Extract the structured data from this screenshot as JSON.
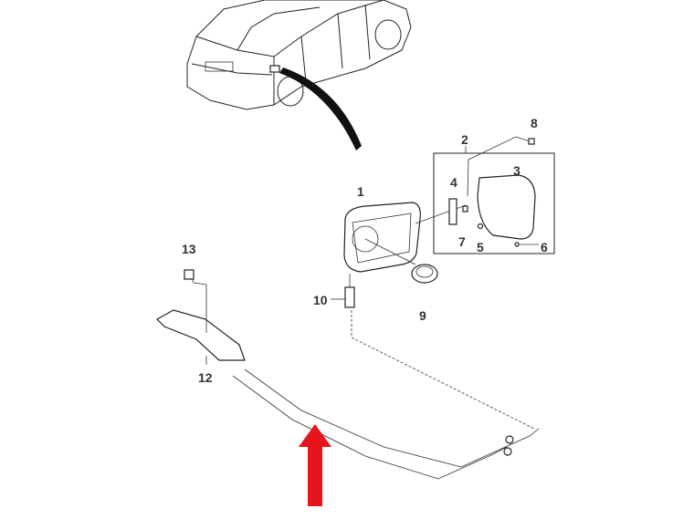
{
  "diagram": {
    "labels": {
      "p1": "1",
      "p2": "2",
      "p3": "3",
      "p4": "4",
      "p5": "5",
      "p6": "6",
      "p7": "7",
      "p8": "8",
      "p9": "9",
      "p10": "10",
      "p12": "12",
      "p13": "13"
    },
    "arrow_color": "#e8141b"
  }
}
